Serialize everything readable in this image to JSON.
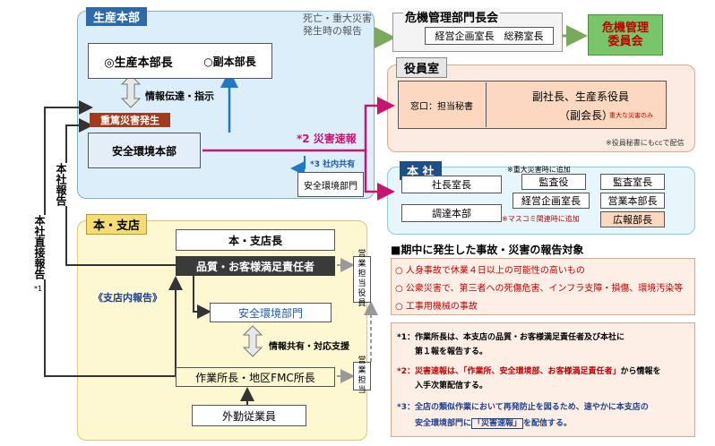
{
  "hq": {
    "title": "生産本部",
    "head": "◎生産本部長",
    "deputy": "○副本部長",
    "flow_label": "情報伝達・指示",
    "trigger": "重篤災害発生",
    "safety_hq": "安全環境本部"
  },
  "top_arrow": {
    "line1": "死亡・重大災害",
    "line2": "発生時の報告"
  },
  "crisis": {
    "title": "危機管理部門長会",
    "members": "経営企画室長　総務室長",
    "committee_line1": "危機管理",
    "committee_line2": "委員会"
  },
  "officers": {
    "title": "役員室",
    "window": "窓口：担当秘書",
    "exec_line1": "副社長、生産系役員",
    "exec_line2": "（副会長）",
    "exec_note": "重大な災害のみ",
    "cc_note": "※役員秘書にもccで配信"
  },
  "disaster_report": "*2 災害速報",
  "internal_share": "*3 社内共有",
  "safety_dept_box": "安全環境部門",
  "head_office": {
    "title": "本 社",
    "note_major": "※重大災害時に追加",
    "president_office": "社長室長",
    "auditor": "監査役",
    "audit_office": "監査室長",
    "planning_office": "経営企画室長",
    "sales_hq": "営業本部長",
    "procurement": "調達本部",
    "media_note": "※マスコミ関連時に追加",
    "pr": "広報部長"
  },
  "branch": {
    "title": "本・支店",
    "manager": "本・支店長",
    "quality": "品質・お客様満足責任者",
    "internal_report": "《支店内報告》",
    "safety_dept": "安全環境部門",
    "share_label": "情報共有・対応支援",
    "site_manager": "作業所長・地区FMC所長",
    "workers": "外勤従業員",
    "sales_officer": "営業担当役員",
    "sales_rep": "営業担当"
  },
  "left_labels": {
    "hq_report": "本社報告",
    "direct_report": "本社直接報告",
    "direct_note": "*1"
  },
  "report_targets": {
    "heading": "■期中に発生した事故・災害の報告対象",
    "items": [
      "人身事故で休業４日以上の可能性の高いもの",
      "公衆災害で、第三者への死傷危害、インフラ支障・損傷、環境汚染等",
      "工事用機械の事故"
    ]
  },
  "footnotes": {
    "n1a": "*1：作業所長は、本支店の品質・お客様満足責任者及び本社に",
    "n1b": "第１報を報告する。",
    "n2a_pre": "*2：災害速報は、",
    "n2a_em": "「作業所、安全環境部、お客様満足責任者」",
    "n2a_post": "から情報を",
    "n2b": "入手次第配信する。",
    "n3a": "*3：全店の類似作業において再発防止を図るため、速やかに本支店の",
    "n3b_pre": "安全環境部門に",
    "n3b_em": "「災害速報」",
    "n3b_post": "を配信する。"
  },
  "colors": {
    "hq_panel": "#dbeefa",
    "officer_panel": "#fcebe0",
    "headoffice_panel": "#e7f6fb",
    "branch_panel": "#fdf8d2",
    "alert_red": "#c00000",
    "report_pink": "#c7166f",
    "flow_blue": "#1f78c8",
    "crisis_green": "#79c66a"
  }
}
